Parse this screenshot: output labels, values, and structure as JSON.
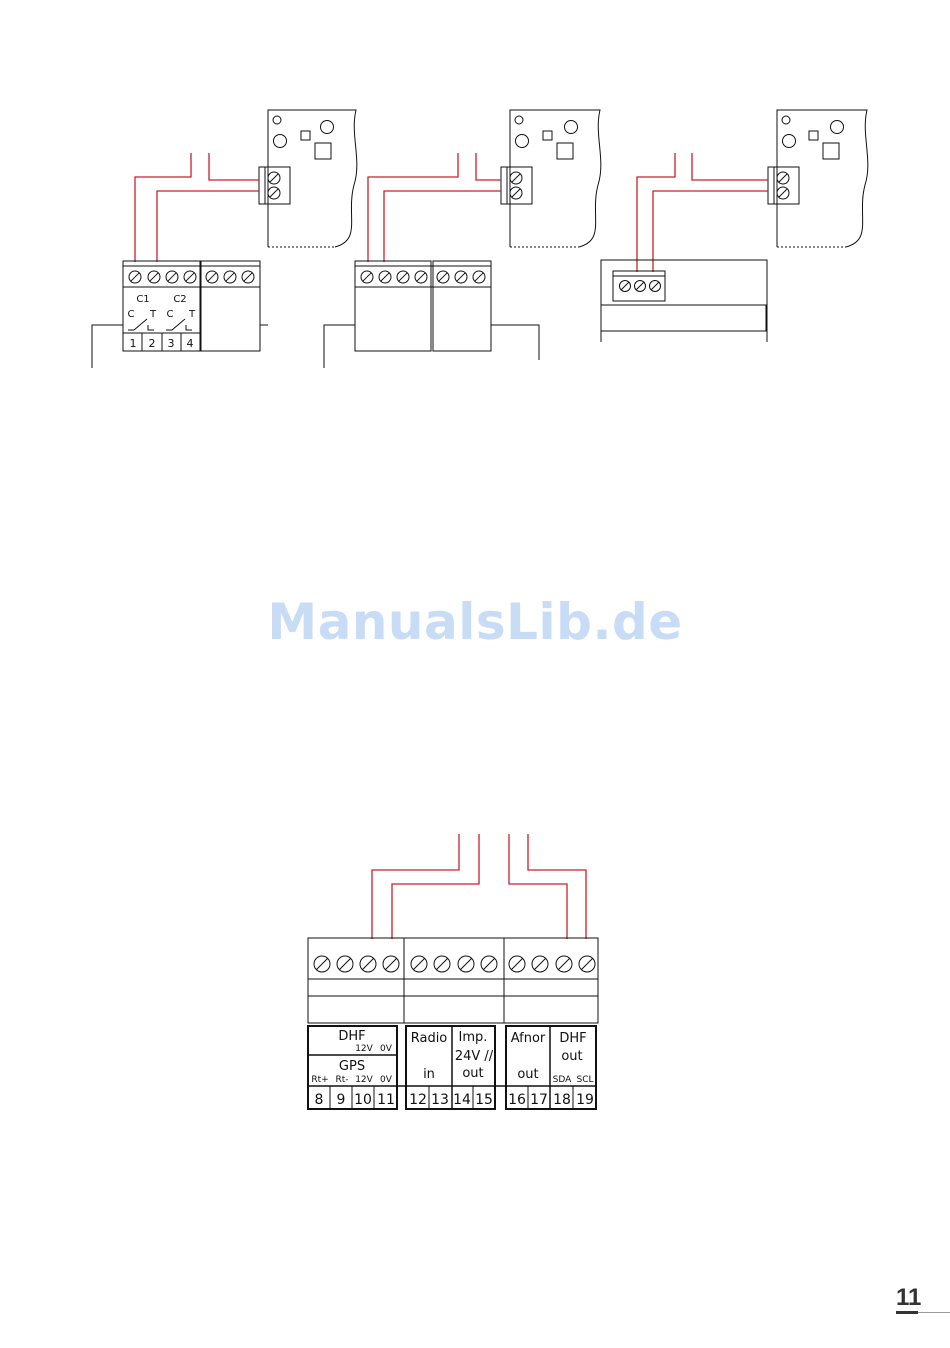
{
  "watermark": "ManualsLib.de",
  "page_number": "11",
  "top_diagram": {
    "relay": {
      "c1": "C1",
      "c2": "C2",
      "c": "C",
      "t": "T",
      "terminals": [
        "1",
        "2",
        "3",
        "4"
      ]
    }
  },
  "bottom_diagram": {
    "dhf_left": {
      "title": "DHF",
      "sub": [
        "12V",
        "0V"
      ]
    },
    "gps": {
      "title": "GPS",
      "pins": [
        "Rt+",
        "Rt-",
        "12V",
        "0V"
      ]
    },
    "radio": {
      "title": "Radio",
      "sub": "in"
    },
    "imp": {
      "title": "Imp.",
      "line2": "24V //",
      "sub": "out"
    },
    "afnor": {
      "title": "Afnor",
      "sub": "out"
    },
    "dhf_right": {
      "title": "DHF",
      "line2": "out",
      "pins": [
        "SDA",
        "SCL"
      ]
    },
    "terminals": [
      "8",
      "9",
      "10",
      "11",
      "12",
      "13",
      "14",
      "15",
      "16",
      "17",
      "18",
      "19"
    ]
  }
}
